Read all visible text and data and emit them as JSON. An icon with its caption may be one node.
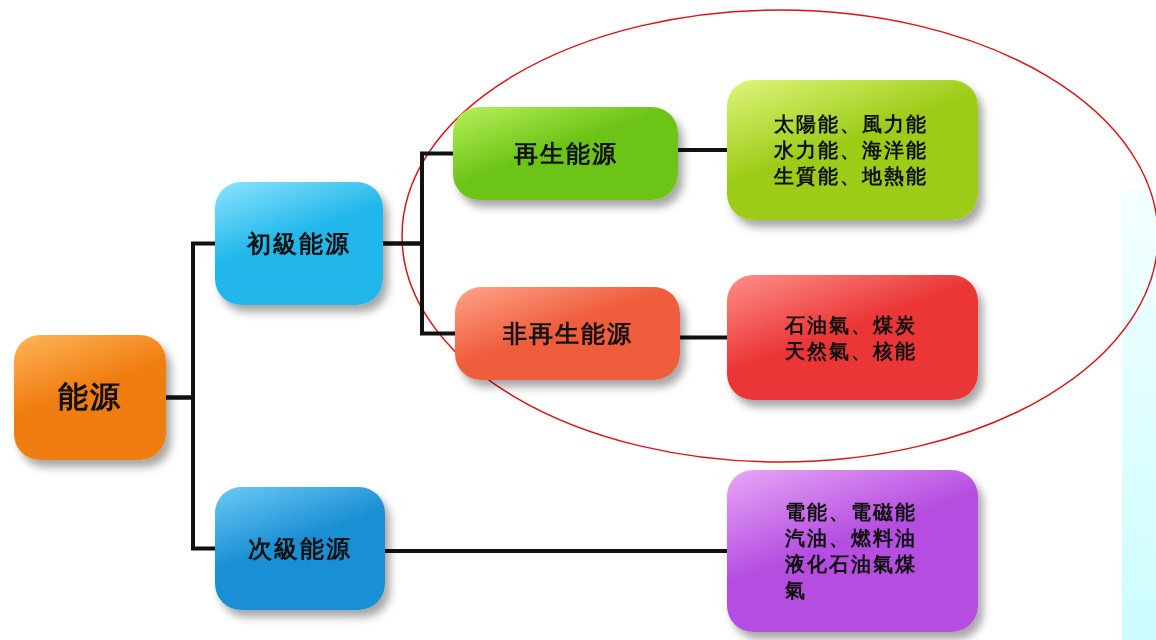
{
  "diagram": {
    "nodes": [
      {
        "text": [
          "能源"
        ]
      },
      {
        "text": [
          "初級能源"
        ]
      },
      {
        "text": [
          "次級能源"
        ]
      },
      {
        "text": [
          "再生能源"
        ]
      },
      {
        "text": [
          "非再生能源"
        ]
      },
      {
        "text": [
          "太陽能、風力能水力能、海洋能生質能、地熱能"
        ]
      },
      {
        "text": [
          "石油氣、煤炭天然氣、核能"
        ]
      },
      {
        "text": [
          "電能、電磁能汽油、燃料油液化石油氣煤氣"
        ]
      }
    ],
    "edges": [
      {
        "from": 0,
        "to": 1,
        "arrow": "none"
      },
      {
        "from": 0,
        "to": 2,
        "arrow": "none"
      },
      {
        "from": 1,
        "to": 3,
        "arrow": "none"
      },
      {
        "from": 1,
        "to": 4,
        "arrow": "none"
      },
      {
        "from": 3,
        "to": 5,
        "arrow": "none"
      },
      {
        "from": 4,
        "to": 6,
        "arrow": "none"
      },
      {
        "from": 2,
        "to": 7,
        "arrow": "none"
      }
    ]
  }
}
